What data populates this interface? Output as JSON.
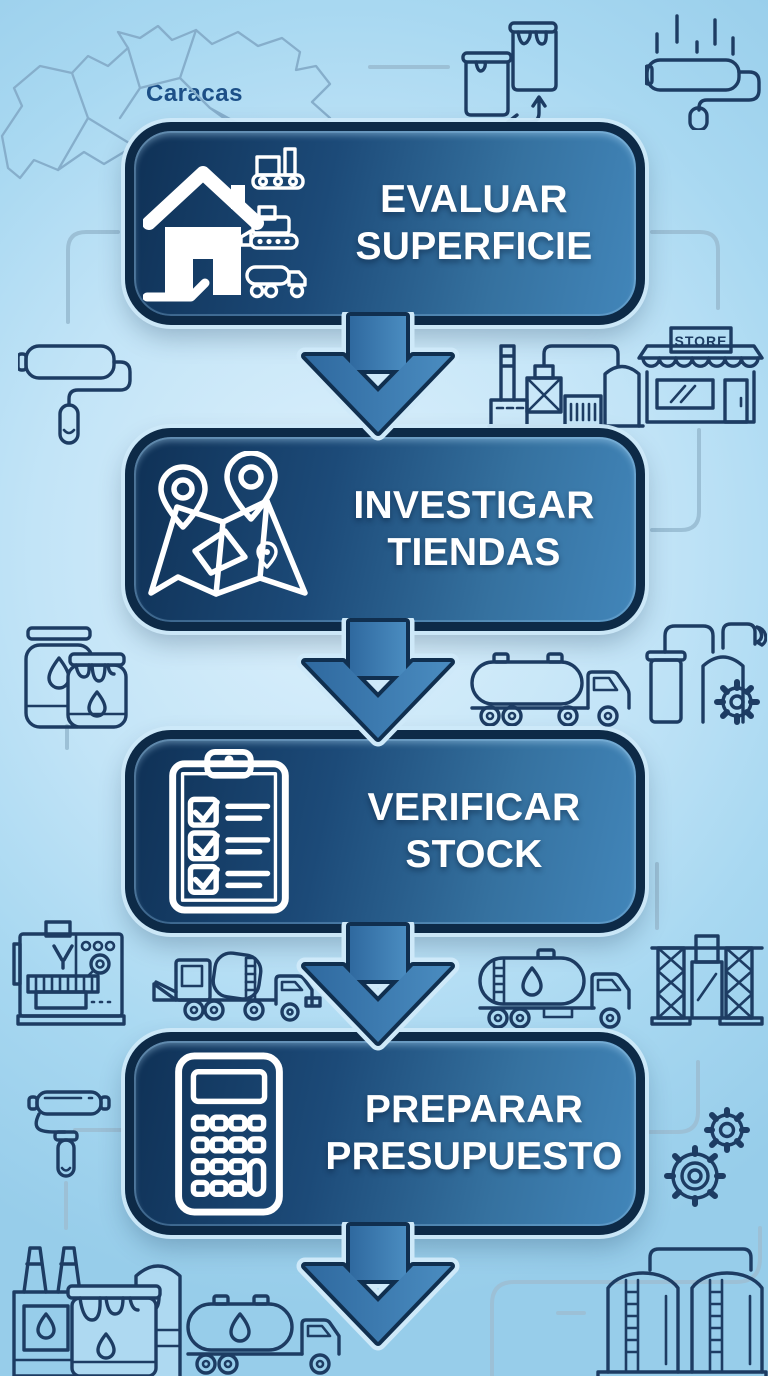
{
  "infographic": {
    "region_label": "Caracas",
    "store_sign": "STORE",
    "steps": [
      {
        "order": 1,
        "line1": "EVALUAR",
        "line2": "SUPERFICIE",
        "icon": "house-construction-icon"
      },
      {
        "order": 2,
        "line1": "INVESTIGAR",
        "line2": "TIENDAS",
        "icon": "map-location-pins-icon"
      },
      {
        "order": 3,
        "line1": "VERIFICAR",
        "line2": "STOCK",
        "icon": "checklist-clipboard-icon"
      },
      {
        "order": 4,
        "line1": "PREPARAR",
        "line2": "PRESUPUESTO",
        "icon": "calculator-icon"
      }
    ],
    "background_icons": [
      "venezuela-map-outline",
      "paint-cans-swap-icon",
      "paint-roller-top-icon",
      "paint-roller-left-icon",
      "factory-icon",
      "store-front-icon",
      "paint-jars-icon",
      "tanker-truck-icon",
      "industrial-pipes-gear-icon",
      "cnc-machine-icon",
      "mixer-loader-truck-icon",
      "tanker-droplet-icon",
      "scaffold-tower-icon",
      "paint-roller-vertical-icon",
      "gears-icon",
      "factory-paint-buckets-icon",
      "tanker-bottom-icon",
      "storage-silos-icon"
    ],
    "colors": {
      "background": "#a9d8f1",
      "background_center": "#def1fc",
      "box_dark": "#0f3156",
      "box_light": "#4286ba",
      "box_border": "#0d2a47",
      "box_halo": "#cee9f9",
      "arrow_fill": "#3d7cb2",
      "outline_icons": "#1d3c63",
      "connector_lines": "#9cc0d6",
      "map_outline": "#86aecb",
      "region_label_text": "#1c4f87",
      "step_text": "#ffffff"
    }
  }
}
